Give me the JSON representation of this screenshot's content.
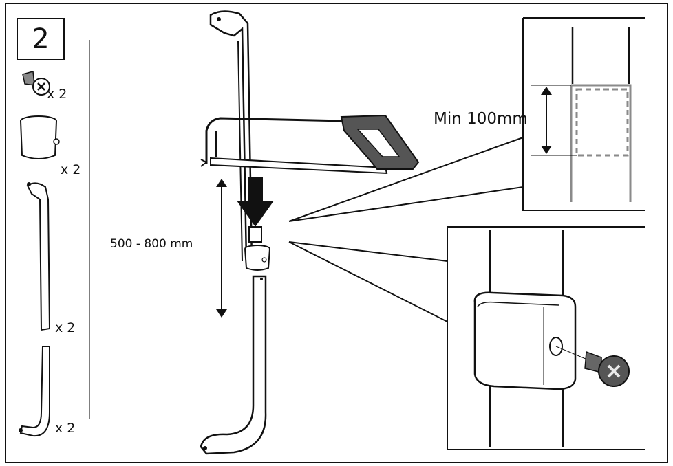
{
  "step": {
    "number": "2"
  },
  "parts": [
    {
      "name": "screw",
      "quantity": "x 2"
    },
    {
      "name": "sleeve",
      "quantity": "x 2"
    },
    {
      "name": "top-tube",
      "quantity": "x 2"
    },
    {
      "name": "bottom-tube",
      "quantity": "x 2"
    }
  ],
  "measurements": {
    "height_range": "500 - 800 mm",
    "min_insertion": "Min 100mm"
  },
  "icons": [
    "hacksaw-icon",
    "cut-arrow-icon",
    "screw-icon",
    "sleeve-icon",
    "tube-icon"
  ],
  "colors": {
    "line": "#111111",
    "saw_handle": "#555555",
    "detail_grey": "#8a8a8a"
  }
}
